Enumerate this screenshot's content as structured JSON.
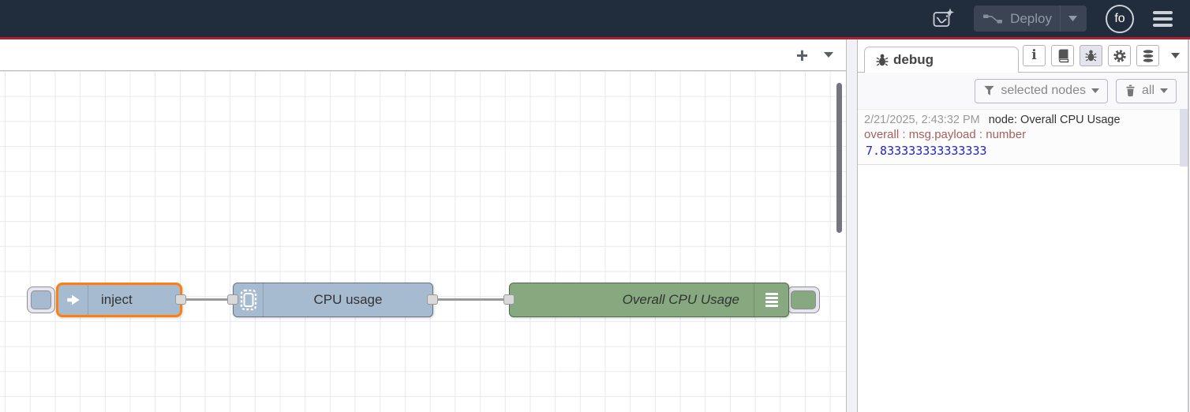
{
  "colors": {
    "header_bg": "#212c3d",
    "red_line": "#ad2130",
    "node_blue": "#a6bbcf",
    "node_green": "#87a980",
    "selection": "#ff7f0e",
    "wire": "#999999",
    "grid": "#e8e8f2",
    "debug_timestamp": "#999999",
    "debug_node": "#333333",
    "debug_property": "#a66060",
    "debug_value": "#2323cc"
  },
  "header": {
    "deploy_label": "Deploy",
    "avatar_initials": "fo"
  },
  "workspace": {
    "add_flow_label": "+",
    "nodes": [
      {
        "label": "inject",
        "type": "inject",
        "selected": true
      },
      {
        "label": "CPU usage",
        "type": "function"
      },
      {
        "label": "Overall CPU Usage",
        "type": "debug"
      }
    ]
  },
  "sidebar": {
    "tab_label": "debug",
    "toolbar_icons": [
      "info",
      "book",
      "debug",
      "settings",
      "context-data"
    ],
    "info_glyph": "i",
    "filter": {
      "selected_nodes_label": "selected nodes",
      "clear_label": "all"
    },
    "messages": [
      {
        "timestamp": "2/21/2025, 2:43:32 PM",
        "node": "node: Overall CPU Usage",
        "property": "overall : msg.payload : number",
        "value": "7.833333333333333"
      }
    ]
  }
}
